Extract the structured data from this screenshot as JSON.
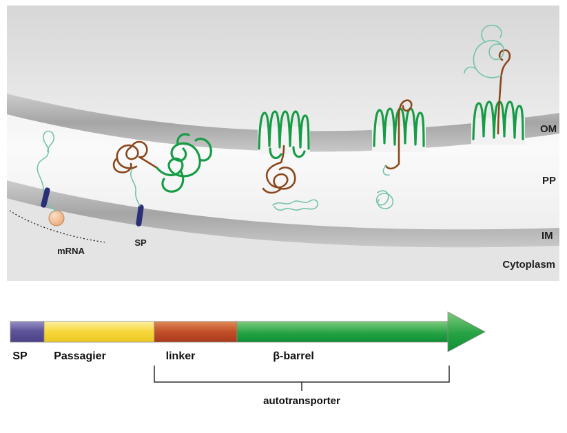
{
  "membrane_panel": {
    "compartment_labels": {
      "om": "OM",
      "pp": "PP",
      "im": "IM",
      "cytoplasm": "Cytoplasm"
    },
    "annotations": {
      "mrna": "mRNA",
      "sp": "SP"
    }
  },
  "domain_map": {
    "segments": [
      {
        "id": "sp",
        "label": "SP",
        "color": "#5f569b",
        "label_color": "#101010"
      },
      {
        "id": "passenger",
        "label": "Passagier",
        "color": "#f6d63c",
        "label_color": "#1b2a7b"
      },
      {
        "id": "linker",
        "label": "linker",
        "color": "#c04a2a",
        "label_color": "#101010"
      },
      {
        "id": "beta_barrel",
        "label": "β-barrel",
        "color": "#1f9c3f",
        "label_color": "#101010"
      }
    ],
    "bracket_label": "autotransporter"
  },
  "colors": {
    "membrane_gray": "#aaaaaa",
    "nascent_chain_teal": "#74c3ab",
    "passenger_brown": "#8a471c",
    "barrel_green": "#169c46",
    "signal_peptide_navy": "#2a2f77",
    "ribosome_peach": "#f0b98a",
    "bracket": "#2b2b2b"
  }
}
